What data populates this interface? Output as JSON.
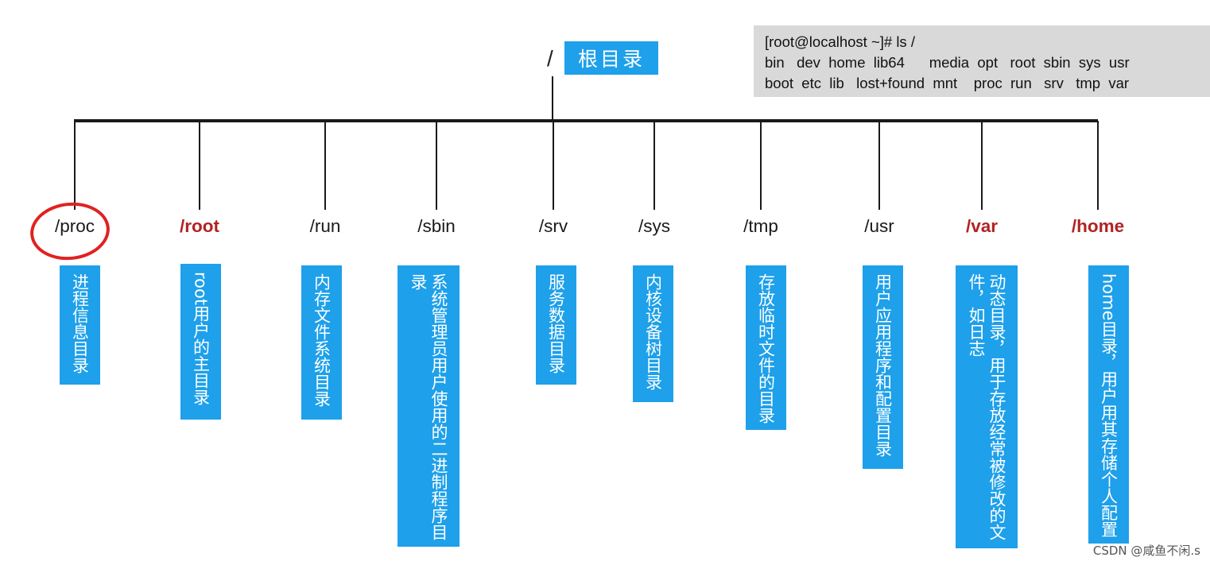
{
  "root": {
    "slash": "/",
    "label": "根目录"
  },
  "terminal": {
    "lines": [
      "[root@localhost ~]# ls /",
      "bin   dev  home  lib64      media  opt   root  sbin  sys  usr",
      "boot  etc  lib   lost+found  mnt    proc  run   srv   tmp  var"
    ]
  },
  "directories": [
    {
      "name": "/proc",
      "highlighted": false,
      "circled": true,
      "description": "进程信息目录"
    },
    {
      "name": "/root",
      "highlighted": true,
      "circled": false,
      "description": "root用户的主目录"
    },
    {
      "name": "/run",
      "highlighted": false,
      "circled": false,
      "description": "内存文件系统目录"
    },
    {
      "name": "/sbin",
      "highlighted": false,
      "circled": false,
      "description": "系统管理员用户使用的二进制程序目录"
    },
    {
      "name": "/srv",
      "highlighted": false,
      "circled": false,
      "description": "服务数据目录"
    },
    {
      "name": "/sys",
      "highlighted": false,
      "circled": false,
      "description": "内核设备树目录"
    },
    {
      "name": "/tmp",
      "highlighted": false,
      "circled": false,
      "description": "存放临时文件的目录"
    },
    {
      "name": "/usr",
      "highlighted": false,
      "circled": false,
      "description": "用户应用程序和配置目录"
    },
    {
      "name": "/var",
      "highlighted": true,
      "circled": false,
      "description": "动态目录，用于存放经常被修改的文件，如日志"
    },
    {
      "name": "/home",
      "highlighted": true,
      "circled": false,
      "description": "home目录，用户用其存储个人配置"
    }
  ],
  "colors": {
    "box_fill": "#1ea0ea",
    "highlight_text": "#b22222",
    "circle": "#e02222",
    "terminal_bg": "#d9d9d9"
  },
  "watermark": "CSDN @咸鱼不闲.s"
}
